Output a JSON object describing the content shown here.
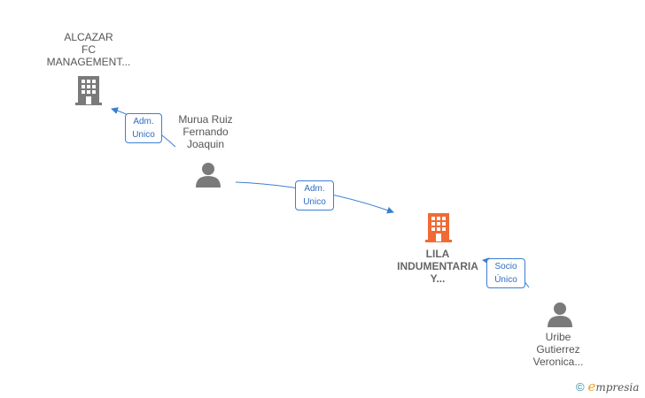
{
  "nodes": {
    "alcazar": {
      "line1": "ALCAZAR",
      "line2": "FC",
      "line3": "MANAGEMENT...",
      "icon": "building-icon",
      "color": "#7a7a7a"
    },
    "murua": {
      "line1": "Murua Ruiz",
      "line2": "Fernando",
      "line3": "Joaquin",
      "icon": "person-icon",
      "color": "#7a7a7a"
    },
    "lila": {
      "line1": "LILA",
      "line2": "INDUMENTARIA",
      "line3": "Y...",
      "icon": "building-icon",
      "color": "#f06a35"
    },
    "uribe": {
      "line1": "Uribe",
      "line2": "Gutierrez",
      "line3": "Veronica...",
      "icon": "person-icon",
      "color": "#7a7a7a"
    }
  },
  "edges": {
    "e1": {
      "line1": "Adm.",
      "line2": "Unico"
    },
    "e2": {
      "line1": "Adm.",
      "line2": "Unico"
    },
    "e3": {
      "line1": "Socio",
      "line2": "Único"
    }
  },
  "edge_color": "#3b7fd4",
  "brand": {
    "copyright": "©",
    "initial": "e",
    "name": "mpresia"
  }
}
